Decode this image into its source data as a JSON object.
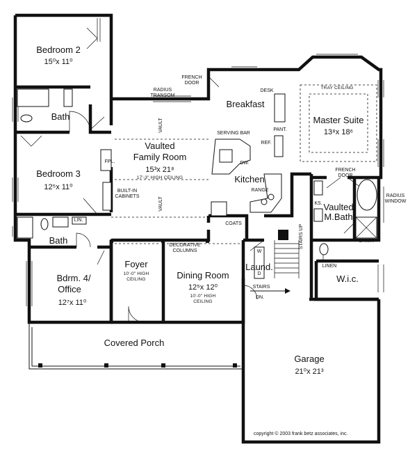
{
  "rooms": {
    "bedroom2": {
      "name": "Bedroom 2",
      "dim": "15⁰x 11⁰"
    },
    "bedroom3": {
      "name": "Bedroom 3",
      "dim": "12⁵x 11⁰"
    },
    "bdrm4": {
      "name_line1": "Bdrm. 4/",
      "name_line2": "Office",
      "dim": "12⁷x 11⁰"
    },
    "bath_upper": {
      "name": "Bath"
    },
    "bath_lower": {
      "name": "Bath"
    },
    "family": {
      "name_line1": "Vaulted",
      "name_line2": "Family Room",
      "dim": "15³x 21⁸",
      "note": "17'-3\" HIGH CEILING"
    },
    "breakfast": {
      "name": "Breakfast"
    },
    "kitchen": {
      "name": "Kitchen"
    },
    "master": {
      "name": "Master Suite",
      "dim": "13⁸x 18⁶",
      "note": "TRAY CEILING"
    },
    "mbath": {
      "name_line1": "Vaulted",
      "name_line2": "M.Bath"
    },
    "wic": {
      "name": "W.i.c."
    },
    "foyer": {
      "name": "Foyer",
      "note1": "10'-0\" HIGH",
      "note2": "CEILING"
    },
    "dining": {
      "name": "Dining Room",
      "dim": "12⁵x 12⁰",
      "note1": "10'-0\" HIGH",
      "note2": "CEILING"
    },
    "laund": {
      "name": "Laund."
    },
    "garage": {
      "name": "Garage",
      "dim": "21⁰x 21³"
    },
    "porch": {
      "name": "Covered Porch"
    }
  },
  "labels": {
    "french_door_1a": "FRENCH",
    "french_door_1b": "DOOR",
    "radius_transom_a": "RADIUS",
    "radius_transom_b": "TRANSOM",
    "vault_1": "VAULT",
    "vault_2": "VAULT",
    "fpl": "FPL.",
    "builtin_a": "BUILT-IN",
    "builtin_b": "CABINETS",
    "desk": "DESK",
    "pant": "PANT.",
    "serving_bar": "SERVING BAR",
    "ref": "REF.",
    "dw": "DW.",
    "range": "RANGE",
    "coats": "COATS",
    "french_door_2a": "FRENCH",
    "french_door_2b": "DOOR",
    "ks": "KS.",
    "radius_window_a": "RADIUS",
    "radius_window_b": "WINDOW",
    "shwr": "SHWR",
    "linen": "LINEN",
    "lin": "LIN.",
    "decorative_a": "DECORATIVE",
    "decorative_b": "COLUMNS",
    "stairs_up": "STAIRS UP",
    "stairs": "STAIRS",
    "dn": "DN.",
    "w": "W",
    "d": "D"
  },
  "copyright": "copyright © 2003 frank betz associates, inc."
}
